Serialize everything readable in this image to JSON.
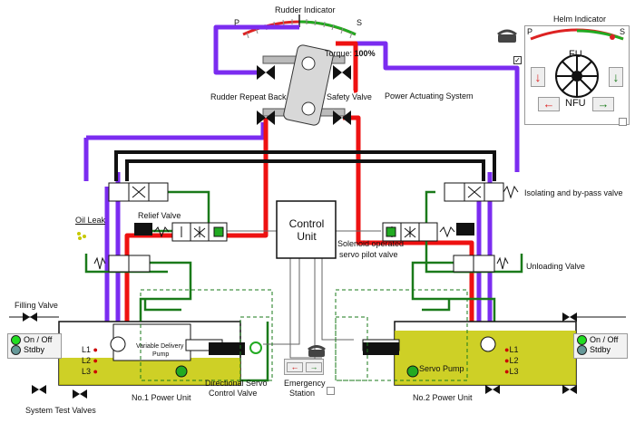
{
  "rudder_indicator": {
    "title": "Rudder Indicator",
    "port": "P",
    "stbd": "S"
  },
  "helm_indicator": {
    "title": "Helm Indicator",
    "port": "P",
    "stbd": "S",
    "fu": "FU",
    "nfu": "NFU"
  },
  "torque": {
    "label": "Torque:",
    "value": "100%"
  },
  "labels": {
    "rudder_repeat_back": "Rudder Repeat Back",
    "safety_valve": "Safety Valve",
    "power_actuating": "Power Actuating System",
    "isolating_bypass": "Isolating and by-pass valve",
    "oil_leak": "Oil Leak",
    "relief_valve": "Relief Valve",
    "control_unit_l1": "Control",
    "control_unit_l2": "Unit",
    "solenoid_l1": "Solenoid operated",
    "solenoid_l2": "servo pilot valve",
    "unloading_valve": "Unloading Valve",
    "filling_valve": "Filling Valve",
    "variable_pump_l1": "Variable Delivery",
    "variable_pump_l2": "Pump",
    "directional_l1": "Directional Servo",
    "directional_l2": "Control Valve",
    "emergency_l1": "Emergency",
    "emergency_l2": "Station",
    "servo_pump": "Servo Pump",
    "no1_unit": "No.1 Power Unit",
    "no2_unit": "No.2 Power Unit",
    "system_test": "System Test Valves"
  },
  "unit1": {
    "on_off": "On / Off",
    "stdby": "Stdby",
    "levels": [
      "L1",
      "L2",
      "L3"
    ]
  },
  "unit2": {
    "on_off": "On / Off",
    "stdby": "Stdby",
    "levels": [
      "L1",
      "L2",
      "L3"
    ]
  },
  "colors": {
    "red": "#ee1111",
    "purple": "#7b2cf0",
    "green": "#1a7a1a",
    "black": "#111111",
    "oil": "#c6c800",
    "led_green": "#22dd22",
    "led_gray": "#669999"
  }
}
